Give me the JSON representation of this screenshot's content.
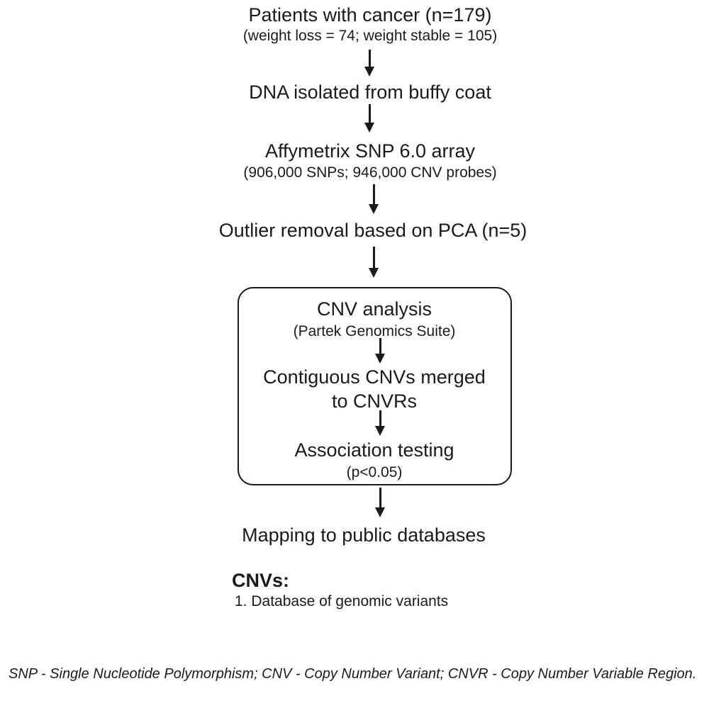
{
  "steps": {
    "patients_title": "Patients with cancer (n=179)",
    "patients_sub": "(weight loss = 74; weight stable = 105)",
    "dna": "DNA isolated from buffy coat",
    "array_title": "Affymetrix SNP 6.0 array",
    "array_sub": "(906,000 SNPs; 946,000 CNV probes)",
    "outlier": "Outlier removal based on PCA (n=5)",
    "cnv_title": "CNV analysis",
    "cnv_sub": "(Partek Genomics Suite)",
    "merged_line1": "Contiguous CNVs merged",
    "merged_line2": "to CNVRs",
    "assoc_title": "Association testing",
    "assoc_sub": "(p<0.05)",
    "mapping": "Mapping to public databases"
  },
  "cnvs": {
    "heading": "CNVs:",
    "item1": "1. Database of genomic variants"
  },
  "footnote": "SNP - Single Nucleotide Polymorphism; CNV - Copy Number Variant; CNVR - Copy Number Variable Region."
}
